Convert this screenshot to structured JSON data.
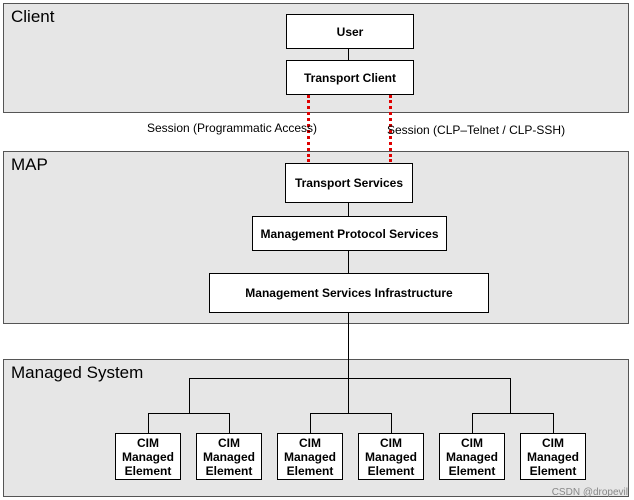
{
  "regions": {
    "client": "Client",
    "map": "MAP",
    "managed_system": "Managed System"
  },
  "boxes": {
    "user": "User",
    "transport_client": "Transport Client",
    "transport_services": "Transport Services",
    "management_protocol_services": "Management Protocol Services",
    "management_services_infrastructure": "Management Services Infrastructure"
  },
  "sessions": {
    "programmatic": "Session (Programmatic Access)",
    "clp": "Session (CLP–Telnet / CLP-SSH)"
  },
  "cim_element": {
    "line1": "CIM",
    "line2": "Managed",
    "line3": "Element"
  },
  "watermark": "CSDN @dropevil",
  "colors": {
    "region_fill": "#e6e6e6",
    "session_dash": "#e00000"
  }
}
